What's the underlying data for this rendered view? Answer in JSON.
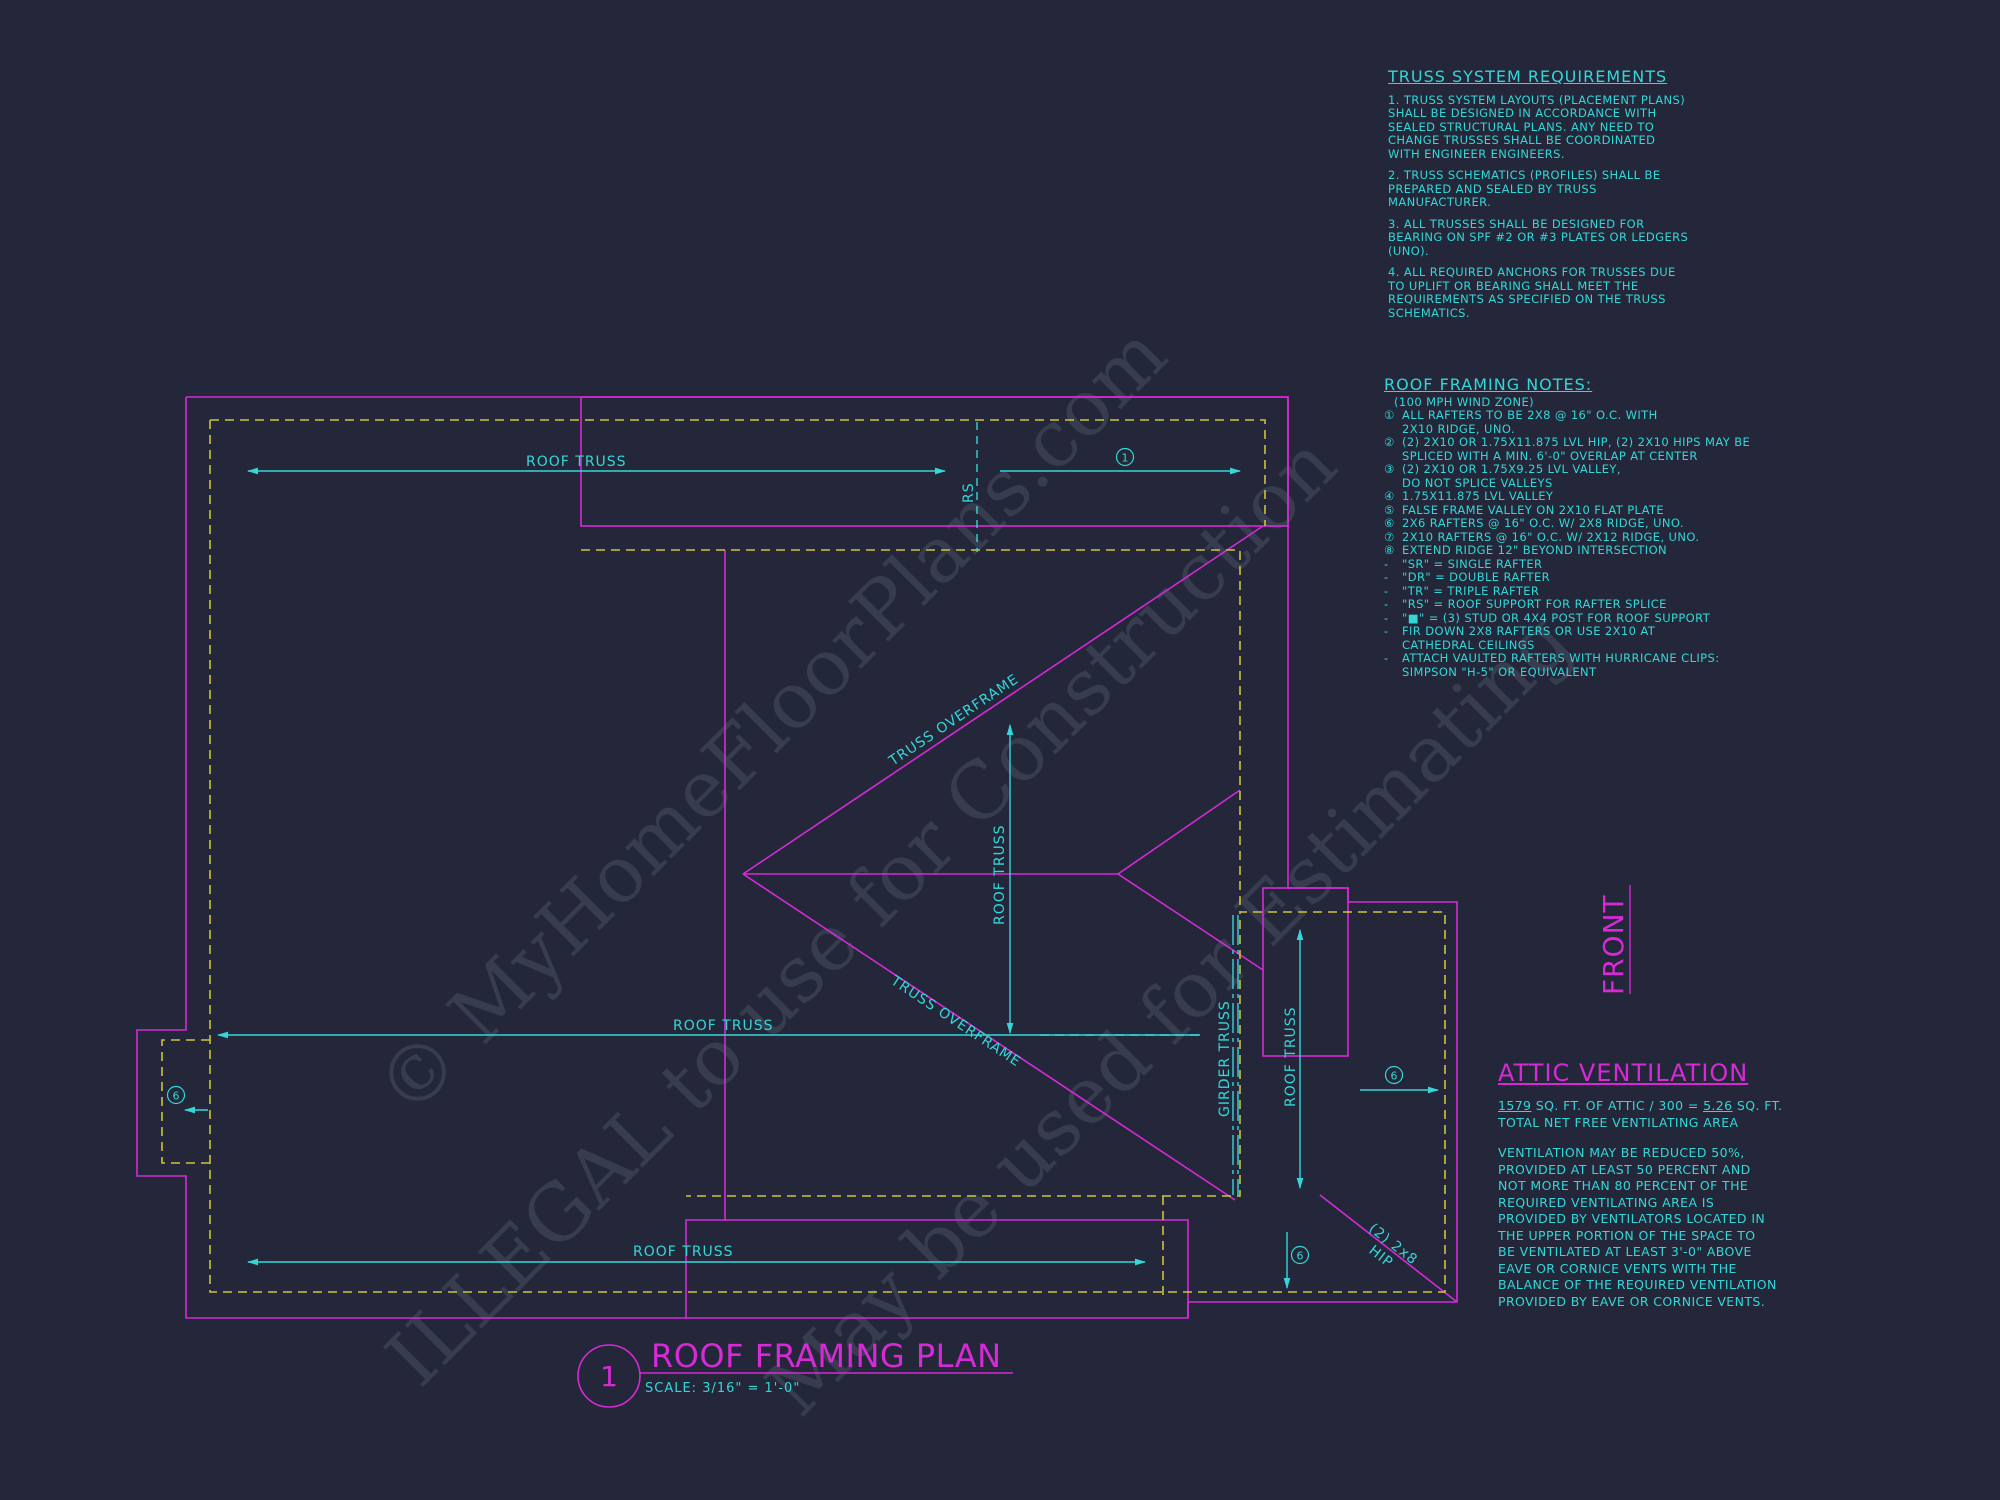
{
  "truss_requirements": {
    "title": "TRUSS SYSTEM REQUIREMENTS",
    "items": [
      "1. TRUSS SYSTEM LAYOUTS (PLACEMENT PLANS)\nSHALL BE DESIGNED IN ACCORDANCE WITH\nSEALED STRUCTURAL PLANS. ANY NEED TO\nCHANGE TRUSSES SHALL BE COORDINATED\nWITH ENGINEER ENGINEERS.",
      "2. TRUSS SCHEMATICS (PROFILES) SHALL BE\nPREPARED AND SEALED BY TRUSS\nMANUFACTURER.",
      "3. ALL TRUSSES SHALL BE DESIGNED FOR\nBEARING ON SPF #2 OR #3 PLATES OR LEDGERS\n(UNO).",
      "4. ALL REQUIRED ANCHORS FOR TRUSSES DUE\nTO UPLIFT OR BEARING SHALL MEET THE\nREQUIREMENTS AS SPECIFIED ON THE TRUSS\nSCHEMATICS."
    ]
  },
  "framing_notes": {
    "title": "ROOF FRAMING NOTES:",
    "wind_zone": "(100 MPH WIND ZONE)",
    "items": [
      {
        "mark": "①",
        "text": "ALL RAFTERS TO BE 2x8 @ 16\" O.C. WITH\n2x10 RIDGE, UNO."
      },
      {
        "mark": "②",
        "text": "(2) 2x10 OR 1.75x11.875 LVL HIP, (2) 2x10 HIPS MAY BE\nSPLICED WITH A MIN. 6'-0\" OVERLAP AT CENTER"
      },
      {
        "mark": "③",
        "text": "(2) 2x10 OR 1.75x9.25 LVL VALLEY,\nDO NOT SPLICE VALLEYS"
      },
      {
        "mark": "④",
        "text": "1.75x11.875 LVL VALLEY"
      },
      {
        "mark": "⑤",
        "text": "FALSE FRAME VALLEY ON 2x10 FLAT PLATE"
      },
      {
        "mark": "⑥",
        "text": "2x6 RAFTERS @ 16\" O.C. W/ 2x8 RIDGE, UNO."
      },
      {
        "mark": "⑦",
        "text": "2x10 RAFTERS @ 16\" O.C. W/ 2x12 RIDGE, UNO."
      },
      {
        "mark": "⑧",
        "text": "EXTEND RIDGE 12\" BEYOND INTERSECTION"
      },
      {
        "mark": "-",
        "text": "\"SR\" = SINGLE RAFTER"
      },
      {
        "mark": "-",
        "text": "\"DR\" = DOUBLE RAFTER"
      },
      {
        "mark": "-",
        "text": "\"TR\" = TRIPLE RAFTER"
      },
      {
        "mark": "-",
        "text": "\"RS\" = ROOF SUPPORT FOR RAFTER SPLICE"
      },
      {
        "mark": "-",
        "text": "\"■\" = (3) STUD OR 4x4 POST FOR ROOF SUPPORT"
      },
      {
        "mark": "-",
        "text": "FIR DOWN 2x8 RAFTERS OR USE 2x10 AT\nCATHEDRAL CEILINGS"
      },
      {
        "mark": "-",
        "text": "ATTACH VAULTED RAFTERS WITH HURRICANE CLIPS:\nSIMPSON \"H-5\" OR EQUIVALENT"
      }
    ]
  },
  "attic_ventilation": {
    "title": "ATTIC VENTILATION",
    "sqft": "1579",
    "calc_mid": "SQ. FT. OF ATTIC / 300 =",
    "result": "5.26",
    "calc_end": "SQ. FT.",
    "calc_line2": "TOTAL NET FREE VENTILATING AREA",
    "body": "VENTILATION MAY BE REDUCED 50%,\nPROVIDED AT LEAST 50 PERCENT AND\nNOT MORE THAN 80 PERCENT OF THE\nREQUIRED VENTILATING AREA IS\nPROVIDED BY VENTILATORS LOCATED IN\nTHE UPPER PORTION OF THE SPACE TO\nBE VENTILATED AT LEAST 3'-0\" ABOVE\nEAVE OR CORNICE VENTS WITH THE\nBALANCE OF THE REQUIRED VENTILATION\nPROVIDED BY EAVE OR CORNICE VENTS."
  },
  "plan": {
    "title": "ROOF FRAMING PLAN",
    "number": "1",
    "scale": "SCALE: 3/16\" = 1'-0\"",
    "front_label": "FRONT",
    "labels": {
      "roof_truss_top": "ROOF TRUSS",
      "roof_truss_mid": "ROOF TRUSS",
      "roof_truss_bottom": "ROOF TRUSS",
      "roof_truss_vertical": "ROOF TRUSS",
      "roof_truss_right": "ROOF TRUSS",
      "girder_truss": "GIRDER TRUSS",
      "truss_overframe_upper": "TRUSS OVERFRAME",
      "truss_overframe_lower": "TRUSS OVERFRAME",
      "rs": "RS",
      "hip_label_1": "(2) 2x8",
      "hip_label_2": "HIP",
      "mark_1": "1",
      "mark_6": "6"
    }
  },
  "watermark": {
    "line1": "© MyHomeFloorPlans.com",
    "line2": "ILLEGAL to use for Construction",
    "line3": "May be used for Estimating"
  },
  "colors": {
    "background": "#232739",
    "magenta": "#d62ad6",
    "cyan": "#34d7d8",
    "yellow": "#cfc23e",
    "watermark": "#3a3f52"
  }
}
